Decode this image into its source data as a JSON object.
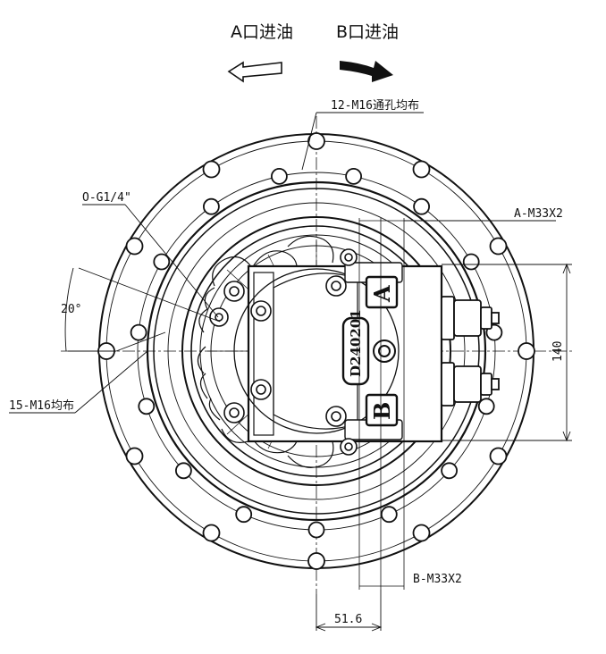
{
  "header": {
    "a_port": "A口进油",
    "b_port": "B口进油"
  },
  "callouts": {
    "bolt_12": "12-M16通孔均布",
    "bolt_15": "15-M16均布",
    "oil_port": "O-G1/4\"",
    "port_a": "A-M33X2",
    "port_b": "B-M33X2"
  },
  "dimensions": {
    "angle": "20°",
    "height": "140",
    "offset": "51.6"
  },
  "body": {
    "model_code": "D240201",
    "letter_a": "A",
    "letter_b": "B"
  },
  "colors": {
    "line": "#111111",
    "background": "#ffffff"
  },
  "icons": {
    "a_arrow": "arrow-left-outline-icon",
    "b_arrow": "arrow-right-solid-icon"
  }
}
